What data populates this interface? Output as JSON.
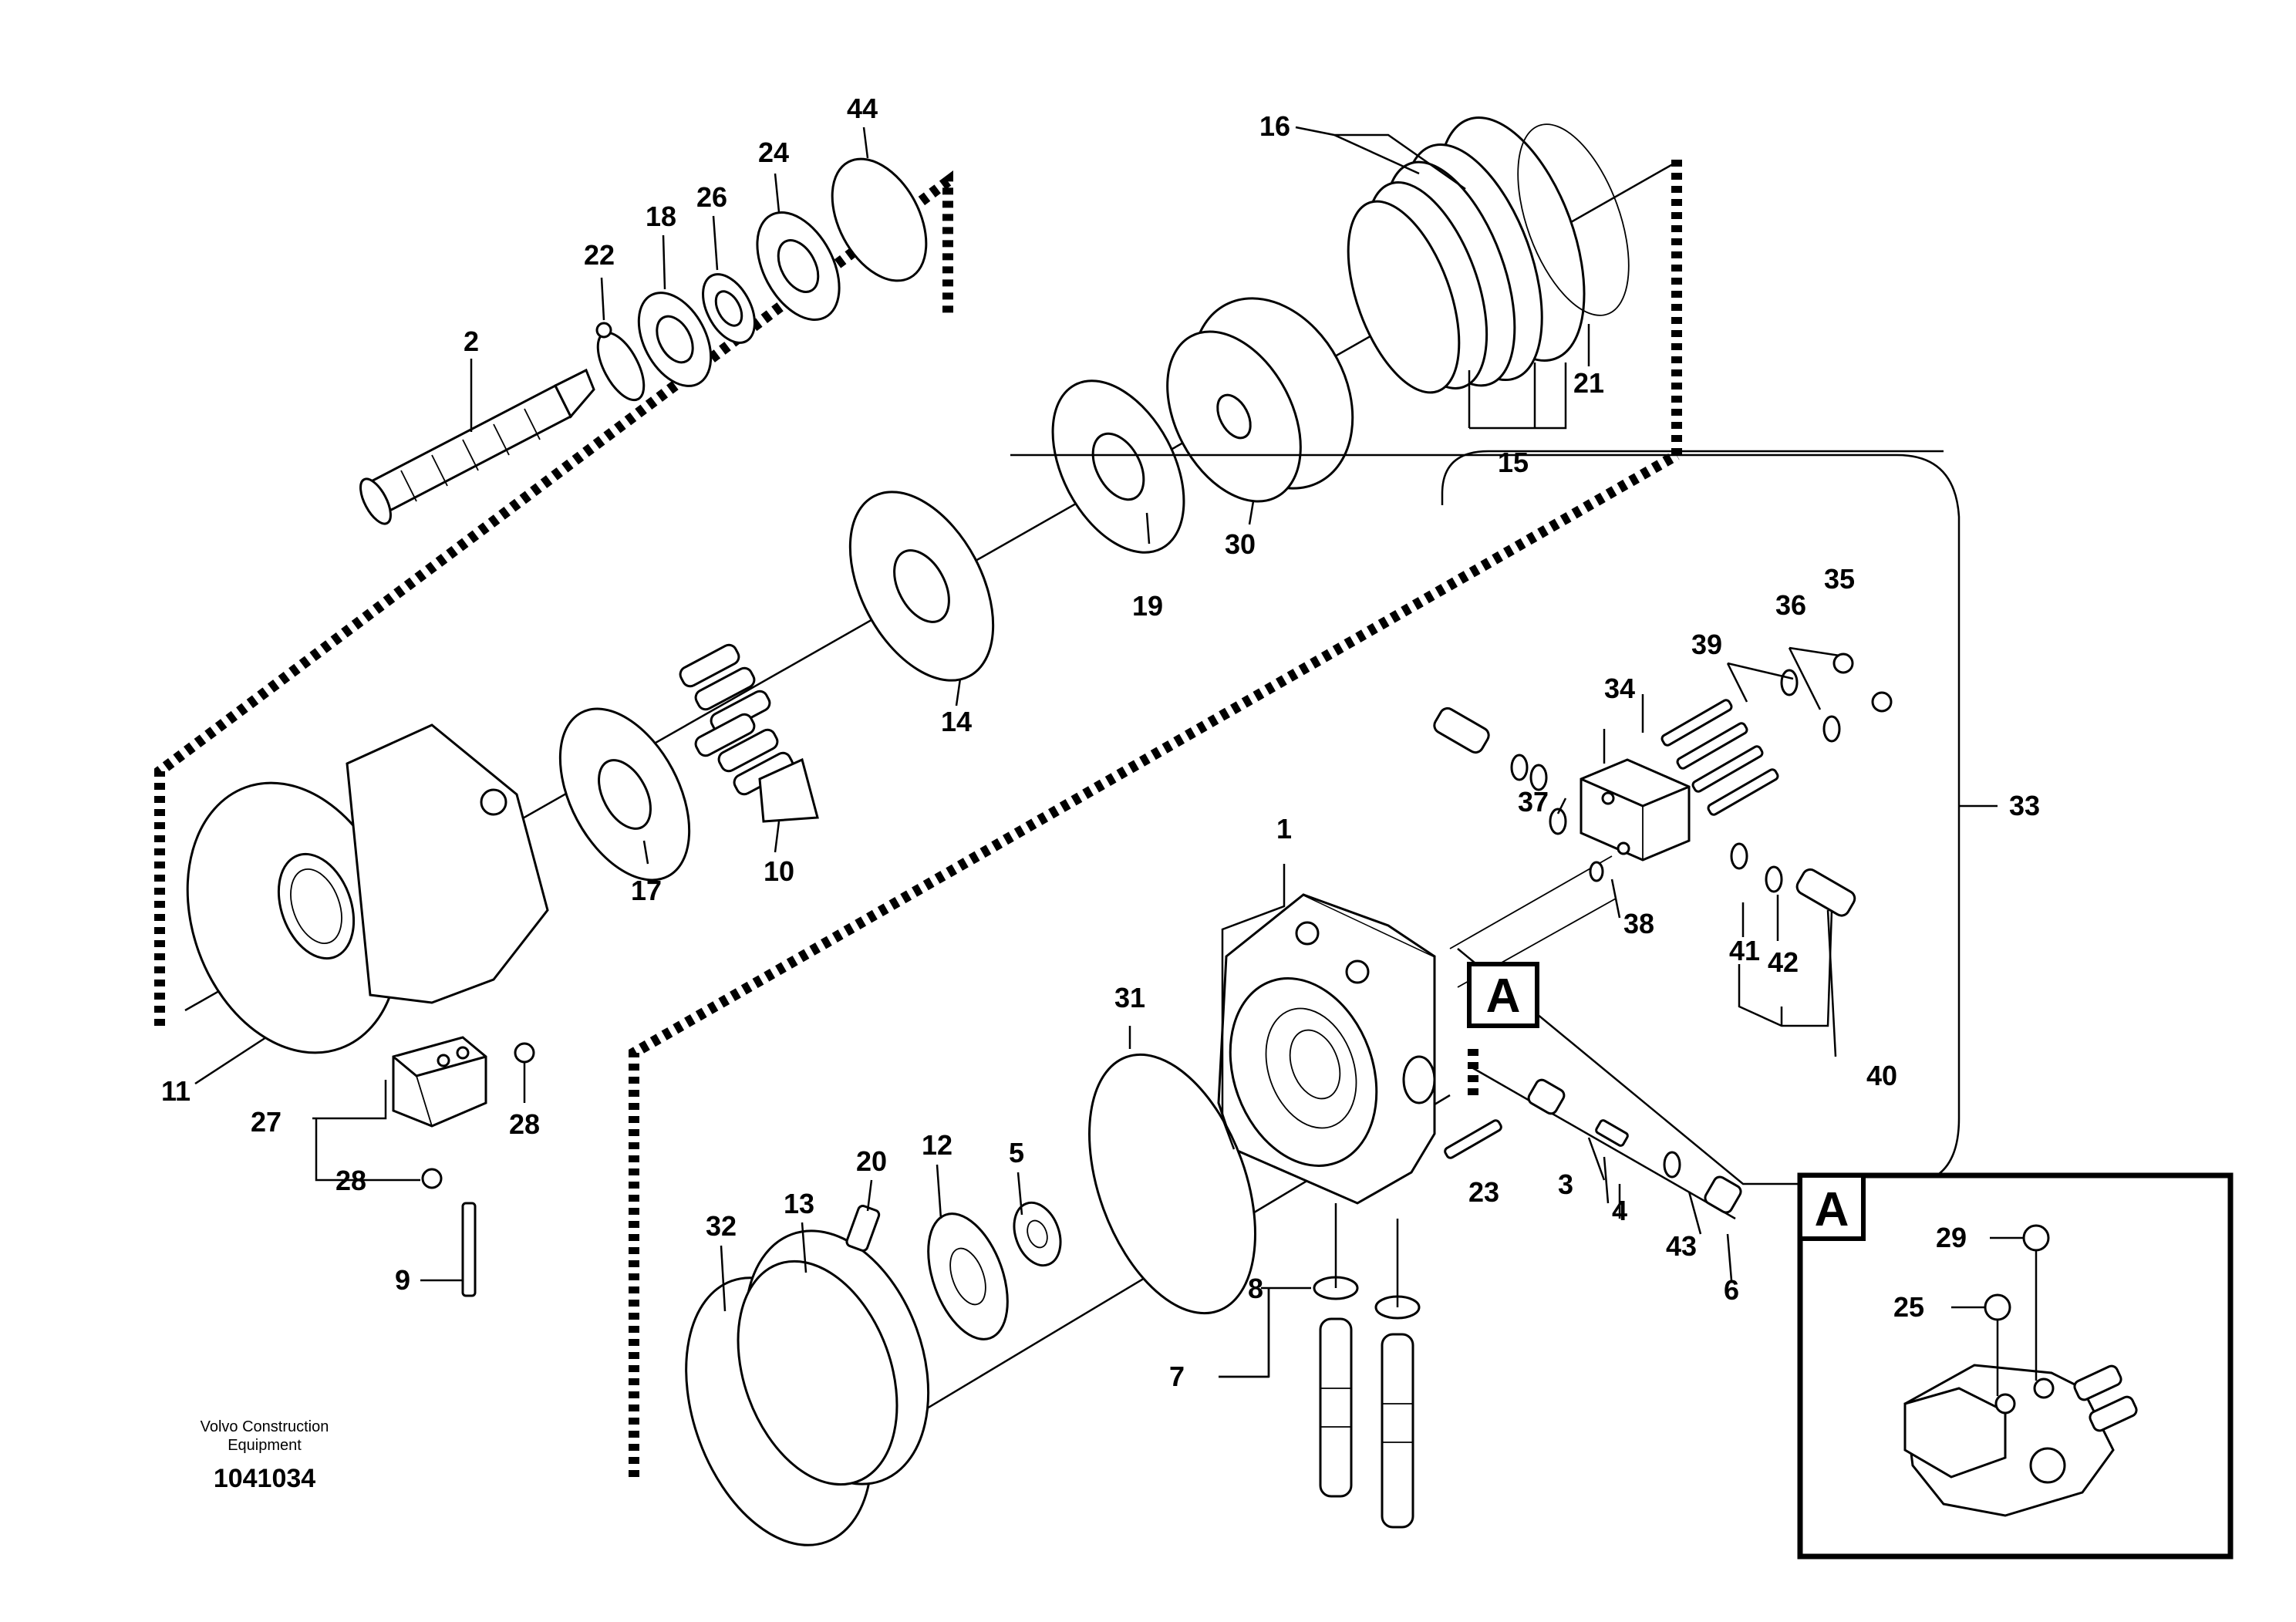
{
  "labels": {
    "p1": "1",
    "p2": "2",
    "p3": "3",
    "p4": "4",
    "p5": "5",
    "p6": "6",
    "p7": "7",
    "p8": "8",
    "p9": "9",
    "p10": "10",
    "p11": "11",
    "p12": "12",
    "p13": "13",
    "p14": "14",
    "p15": "15",
    "p16": "16",
    "p17": "17",
    "p18": "18",
    "p19": "19",
    "p20": "20",
    "p21": "21",
    "p22": "22",
    "p23": "23",
    "p24": "24",
    "p25": "25",
    "p26": "26",
    "p27": "27",
    "p28a": "28",
    "p28b": "28",
    "p29": "29",
    "p30": "30",
    "p31": "31",
    "p32": "32",
    "p33": "33",
    "p34": "34",
    "p35": "35",
    "p36": "36",
    "p37": "37",
    "p38": "38",
    "p39": "39",
    "p40": "40",
    "p41": "41",
    "p42": "42",
    "p43": "43",
    "p44": "44"
  },
  "callouts": {
    "detail_a": "A",
    "inset_a": "A"
  },
  "footer": {
    "company_line1": "Volvo Construction",
    "company_line2": "Equipment",
    "drawing_number": "1041034"
  }
}
